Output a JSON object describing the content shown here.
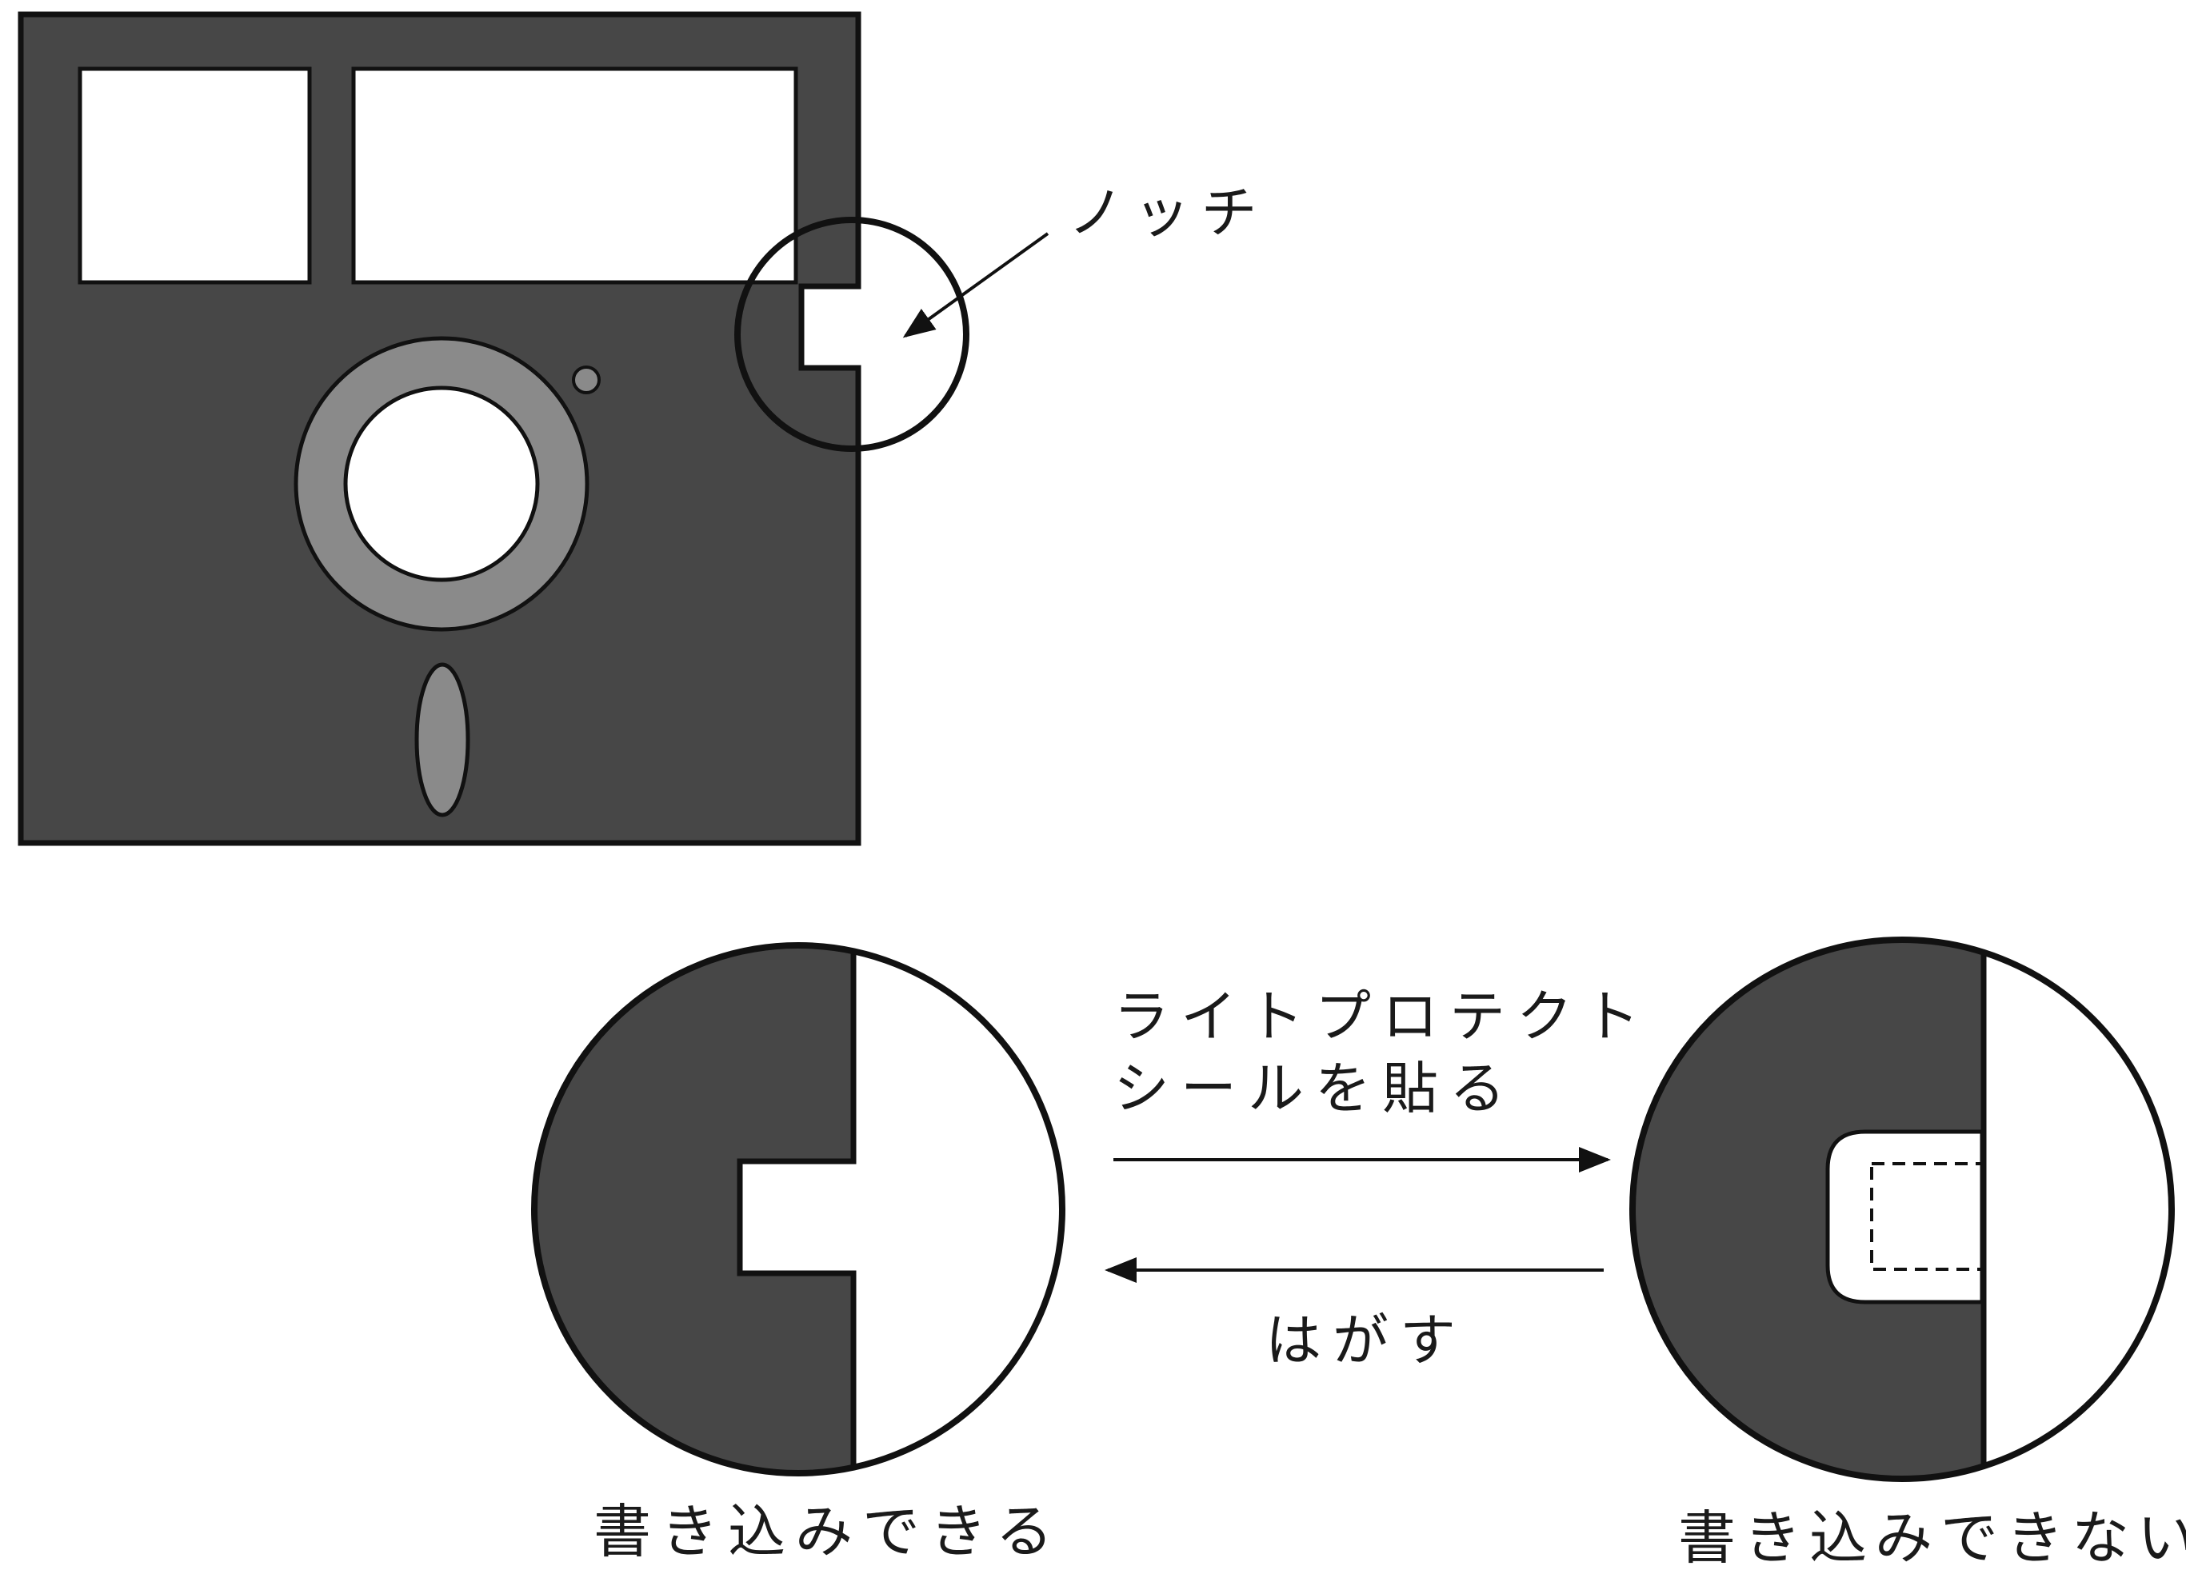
{
  "labels": {
    "notch": "ノッチ",
    "apply_line1": "ライトプロテクト",
    "apply_line2": "シールを貼る",
    "remove": "はがす",
    "writable": "書き込みできる",
    "not_writable": "書き込みできない"
  },
  "colors": {
    "jacket": "#474747",
    "hub_ring": "#8a8a8a",
    "outline": "#111111",
    "background": "#ffffff"
  }
}
